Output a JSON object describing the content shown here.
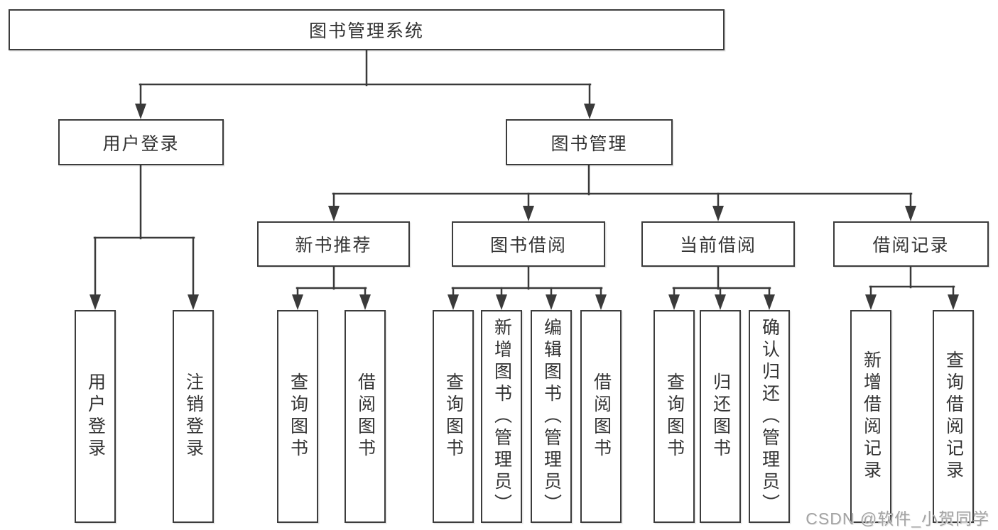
{
  "diagram": {
    "watermark": "CSDN @软件_小贺同学",
    "colors": {
      "background": "#ffffff",
      "line": "#3a3a3a",
      "box_border": "#3c3c3c",
      "text": "#333333",
      "watermark_text": "#a3a3a3"
    },
    "nodes": {
      "root": {
        "label": "图书管理系统"
      },
      "user_login": {
        "label": "用户登录"
      },
      "book_mgmt": {
        "label": "图书管理"
      },
      "new_book_rec": {
        "label": "新书推荐"
      },
      "book_borrow": {
        "label": "图书借阅"
      },
      "current_borrow": {
        "label": "当前借阅"
      },
      "borrow_records": {
        "label": "借阅记录"
      },
      "leaf_user_login": {
        "label": "用户登录"
      },
      "leaf_logout": {
        "label": "注销登录"
      },
      "leaf_query_book_1": {
        "label": "查询图书"
      },
      "leaf_borrow_book_1": {
        "label": "借阅图书"
      },
      "leaf_query_book_2": {
        "label": "查询图书"
      },
      "leaf_add_book": {
        "label": "新增图书（管理员）"
      },
      "leaf_edit_book": {
        "label": "编辑图书（管理员）"
      },
      "leaf_borrow_book_2": {
        "label": "借阅图书"
      },
      "leaf_query_book_3": {
        "label": "查询图书"
      },
      "leaf_return_book": {
        "label": "归还图书"
      },
      "leaf_confirm_return": {
        "label": "确认归还（管理员）"
      },
      "leaf_add_record": {
        "label": "新增借阅记录"
      },
      "leaf_query_record": {
        "label": "查询借阅记录"
      }
    },
    "edges": [
      [
        "root",
        "user_login"
      ],
      [
        "root",
        "book_mgmt"
      ],
      [
        "user_login",
        "leaf_user_login"
      ],
      [
        "user_login",
        "leaf_logout"
      ],
      [
        "book_mgmt",
        "new_book_rec"
      ],
      [
        "book_mgmt",
        "book_borrow"
      ],
      [
        "book_mgmt",
        "current_borrow"
      ],
      [
        "book_mgmt",
        "borrow_records"
      ],
      [
        "new_book_rec",
        "leaf_query_book_1"
      ],
      [
        "new_book_rec",
        "leaf_borrow_book_1"
      ],
      [
        "book_borrow",
        "leaf_query_book_2"
      ],
      [
        "book_borrow",
        "leaf_add_book"
      ],
      [
        "book_borrow",
        "leaf_edit_book"
      ],
      [
        "book_borrow",
        "leaf_borrow_book_2"
      ],
      [
        "current_borrow",
        "leaf_query_book_3"
      ],
      [
        "current_borrow",
        "leaf_return_book"
      ],
      [
        "current_borrow",
        "leaf_confirm_return"
      ],
      [
        "borrow_records",
        "leaf_add_record"
      ],
      [
        "borrow_records",
        "leaf_query_record"
      ]
    ]
  }
}
